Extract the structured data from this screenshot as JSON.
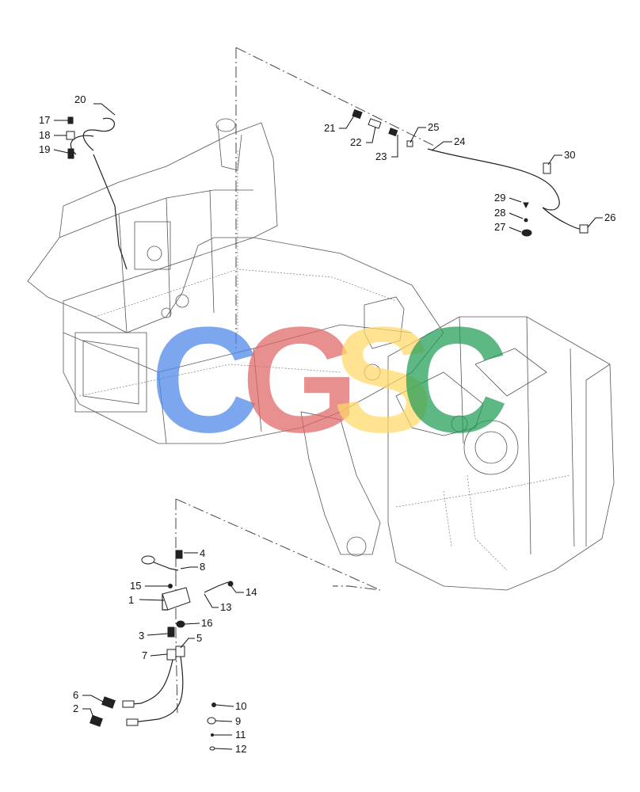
{
  "watermark": {
    "letters": [
      {
        "char": "C",
        "color": "#4a86e8"
      },
      {
        "char": "G",
        "color": "#e06666"
      },
      {
        "char": "S",
        "color": "#ffd966"
      },
      {
        "char": "C",
        "color": "#1f9d55"
      }
    ]
  },
  "callouts": [
    "1",
    "2",
    "3",
    "4",
    "5",
    "6",
    "7",
    "8",
    "9",
    "10",
    "11",
    "12",
    "13",
    "14",
    "15",
    "16",
    "17",
    "18",
    "19",
    "20",
    "21",
    "22",
    "23",
    "24",
    "25",
    "26",
    "27",
    "28",
    "29",
    "30"
  ]
}
